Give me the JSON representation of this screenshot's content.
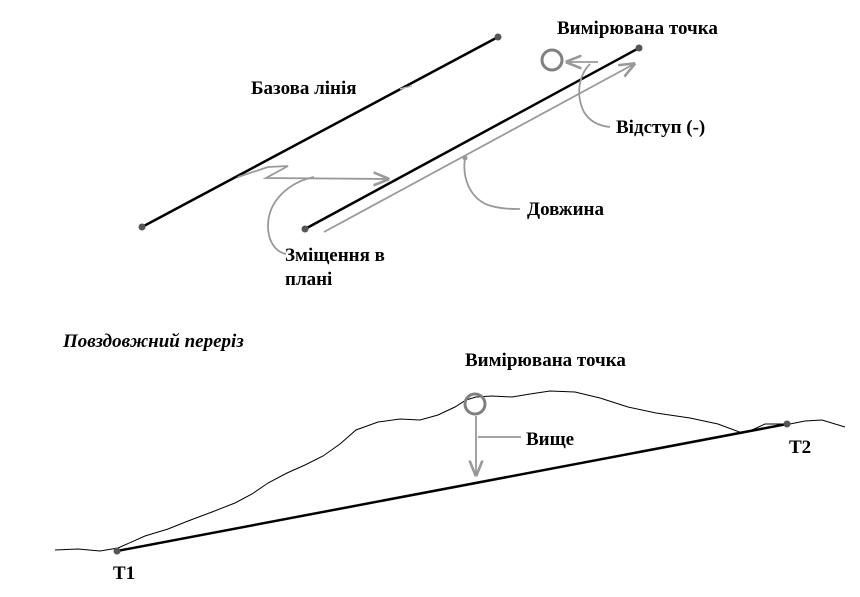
{
  "plan_view": {
    "measured_point_label": "Вимірювана точка",
    "baseline_label": "Базова лінія",
    "offset_label": "Відступ (-)",
    "length_label": "Довжина",
    "plan_shift_label_line1": "Зміщення в",
    "plan_shift_label_line2": "плані"
  },
  "profile_view": {
    "section_title": "Повздовжний переріз",
    "measured_point_label": "Вимірювана точка",
    "above_label": "Вище",
    "t1_label": "Т1",
    "t2_label": "Т2"
  },
  "colors": {
    "primary_line": "#000000",
    "annotation": "#999999",
    "terrain": "#000000"
  }
}
